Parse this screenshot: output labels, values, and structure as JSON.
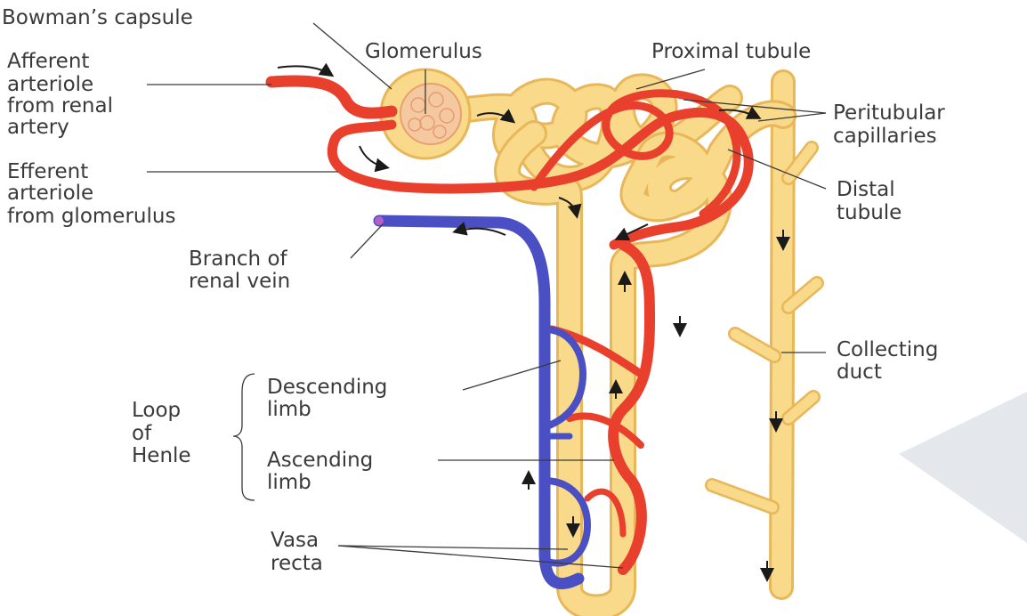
{
  "labels": {
    "bowmans_capsule": "Bowman’s capsule",
    "glomerulus": "Glomerulus",
    "proximal_tubule": "Proximal tubule",
    "afferent": [
      "Afferent",
      "arteriole",
      "from renal",
      "artery"
    ],
    "efferent": [
      "Efferent",
      "arteriole",
      "from glomerulus"
    ],
    "peritubular": [
      "Peritubular",
      "capillaries"
    ],
    "distal_tubule": [
      "Distal",
      "tubule"
    ],
    "branch_renal_vein": [
      "Branch of",
      "renal vein"
    ],
    "collecting_duct": [
      "Collecting",
      "duct"
    ],
    "loop_of_henle": [
      "Loop",
      "of",
      "Henle"
    ],
    "descending_limb": [
      "Descending",
      "limb"
    ],
    "ascending_limb": [
      "Ascending",
      "limb"
    ],
    "vasa_recta": [
      "Vasa",
      "recta"
    ]
  },
  "colors": {
    "tubule_fill": "#f9d98a",
    "tubule_edge": "#e8b75a",
    "artery": "#e8402d",
    "vein": "#4a4fc4",
    "text": "#3a3a3a"
  }
}
